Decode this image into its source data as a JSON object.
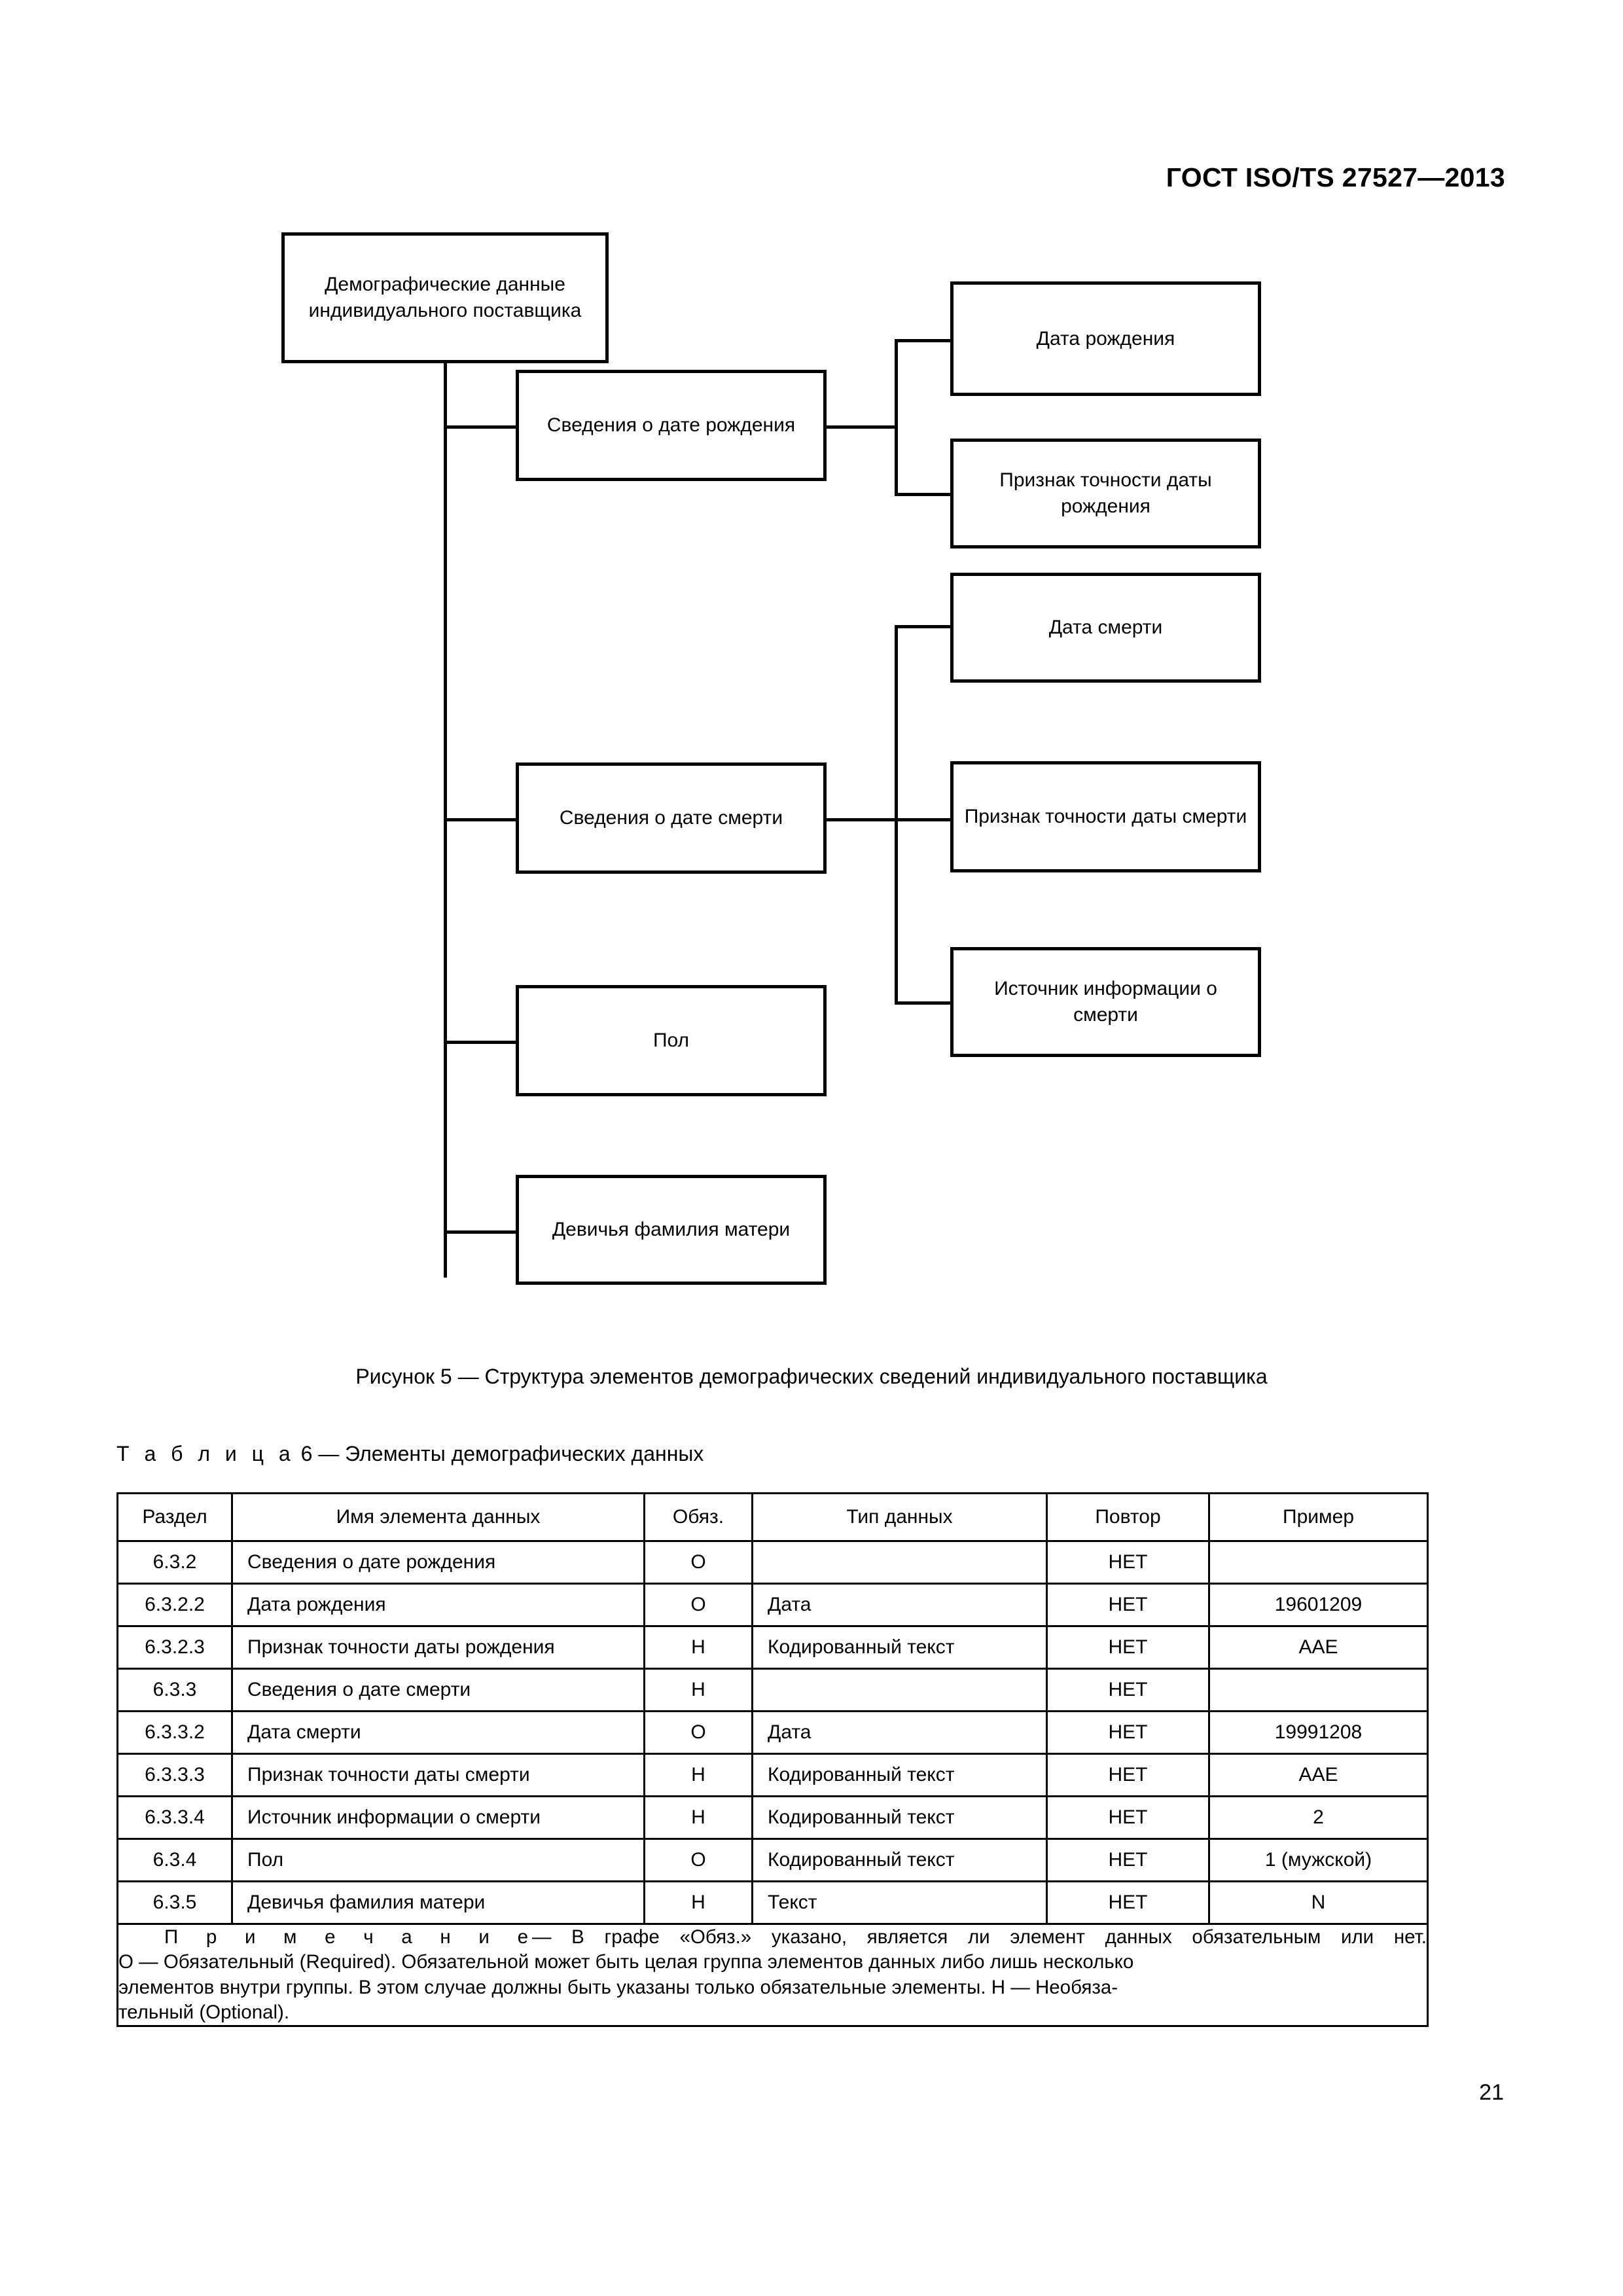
{
  "header": {
    "standard_title": "ГОСТ ISO/TS 27527—2013"
  },
  "figure": {
    "caption": "Рисунок 5 — Структура элементов демографических сведений индивидуального поставщика",
    "nodes": {
      "root": "Демографические данные индивидуального поставщика",
      "birth_group": "Сведения о дате рождения",
      "birth_date": "Дата рождения",
      "birth_accuracy": "Признак точности даты рождения",
      "death_group": "Сведения о дате смерти",
      "death_date": "Дата смерти",
      "death_accuracy": "Признак точности даты смерти",
      "death_source": "Источник информации о смерти",
      "sex": "Пол",
      "mother_maiden_name": "Девичья фамилия матери"
    }
  },
  "table": {
    "title_prefix": "Т а б л и ц а",
    "title_number": "6",
    "title_dash": "—",
    "title_text": "Элементы демографических данных",
    "columns": [
      "Раздел",
      "Имя элемента данных",
      "Обяз.",
      "Тип данных",
      "Повтор",
      "Пример"
    ],
    "rows": [
      {
        "section": "6.3.2",
        "name": "Сведения о дате рождения",
        "oblig": "О",
        "type": "",
        "repeat": "НЕТ",
        "example": ""
      },
      {
        "section": "6.3.2.2",
        "name": "Дата рождения",
        "oblig": "О",
        "type": "Дата",
        "repeat": "НЕТ",
        "example": "19601209"
      },
      {
        "section": "6.3.2.3",
        "name": "Признак точности даты рождения",
        "oblig": "Н",
        "type": "Кодированный текст",
        "repeat": "НЕТ",
        "example": "AAE"
      },
      {
        "section": "6.3.3",
        "name": "Сведения о дате смерти",
        "oblig": "Н",
        "type": "",
        "repeat": "НЕТ",
        "example": ""
      },
      {
        "section": "6.3.3.2",
        "name": "Дата смерти",
        "oblig": "О",
        "type": "Дата",
        "repeat": "НЕТ",
        "example": "19991208"
      },
      {
        "section": "6.3.3.3",
        "name": "Признак точности даты смерти",
        "oblig": "Н",
        "type": "Кодированный текст",
        "repeat": "НЕТ",
        "example": "AAE"
      },
      {
        "section": "6.3.3.4",
        "name": "Источник информации о смерти",
        "oblig": "Н",
        "type": "Кодированный текст",
        "repeat": "НЕТ",
        "example": "2"
      },
      {
        "section": "6.3.4",
        "name": "Пол",
        "oblig": "О",
        "type": "Кодированный текст",
        "repeat": "НЕТ",
        "example": "1 (мужской)"
      },
      {
        "section": "6.3.5",
        "name": "Девичья фамилия матери",
        "oblig": "Н",
        "type": "Текст",
        "repeat": "НЕТ",
        "example": "N"
      }
    ],
    "note": {
      "lead": "П р и м е ч а н и е",
      "line1": "— В графе «Обяз.» указано, является ли элемент данных обязательным или нет.",
      "line2": "О — Обязательный (Required). Обязательной может быть целая группа элементов данных либо лишь несколько",
      "line3": "элементов внутри группы. В этом случае должны быть указаны только обязательные элементы. Н — Необяза-",
      "line4": "тельный (Optional)."
    }
  },
  "footer": {
    "page_number": "21"
  }
}
